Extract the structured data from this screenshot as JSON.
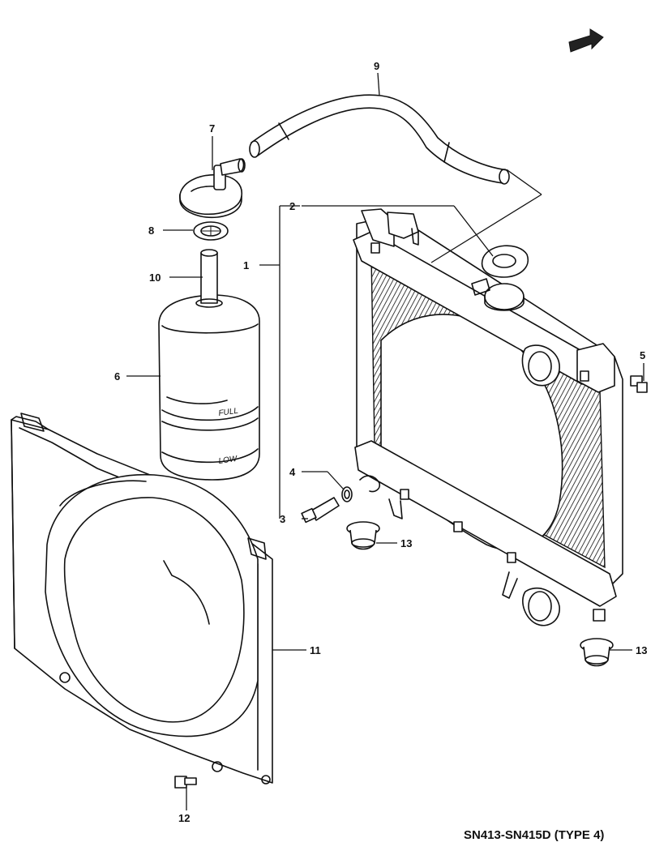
{
  "diagram": {
    "model_code": "SN413-SN415D (TYPE 4)",
    "reservoir_marks": {
      "full": "FULL",
      "low": "LOW"
    },
    "callouts": [
      {
        "id": "c1",
        "label": "1"
      },
      {
        "id": "c2",
        "label": "2"
      },
      {
        "id": "c3",
        "label": "3"
      },
      {
        "id": "c4",
        "label": "4"
      },
      {
        "id": "c5",
        "label": "5"
      },
      {
        "id": "c6",
        "label": "6"
      },
      {
        "id": "c7",
        "label": "7"
      },
      {
        "id": "c8",
        "label": "8"
      },
      {
        "id": "c9",
        "label": "9"
      },
      {
        "id": "c10",
        "label": "10"
      },
      {
        "id": "c11",
        "label": "11"
      },
      {
        "id": "c12",
        "label": "12"
      },
      {
        "id": "c13a",
        "label": "13"
      },
      {
        "id": "c13b",
        "label": "13"
      }
    ]
  }
}
